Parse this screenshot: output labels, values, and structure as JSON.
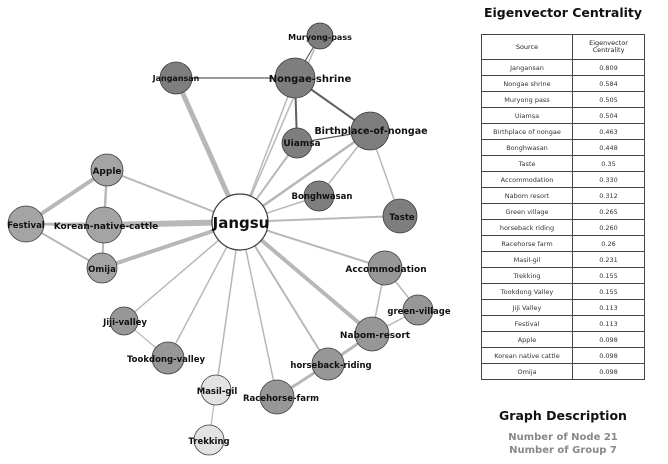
{
  "graph": {
    "center": "Jangsu",
    "nodes": [
      {
        "label": "Jangsu",
        "shade": "#ffffff",
        "label_size": 15
      },
      {
        "label": "Nongae-shrine",
        "shade": "#7e7e7e",
        "label_size": 10
      },
      {
        "label": "Muryong-pass",
        "shade": "#7e7e7e",
        "label_size": 8
      },
      {
        "label": "Jangansan",
        "shade": "#7e7e7e",
        "label_size": 8
      },
      {
        "label": "Birthplace-of-nongae",
        "shade": "#7e7e7e",
        "label_size": 9.5
      },
      {
        "label": "Uiamsa",
        "shade": "#7e7e7e",
        "label_size": 9
      },
      {
        "label": "Bonghwasan",
        "shade": "#7e7e7e",
        "label_size": 8.5
      },
      {
        "label": "Taste",
        "shade": "#7e7e7e",
        "label_size": 8.5
      },
      {
        "label": "Apple",
        "shade": "#a4a4a4",
        "label_size": 9
      },
      {
        "label": "Festival",
        "shade": "#a4a4a4",
        "label_size": 8.5
      },
      {
        "label": "Korean-native-cattle",
        "shade": "#a4a4a4",
        "label_size": 9
      },
      {
        "label": "Omija",
        "shade": "#a4a4a4",
        "label_size": 8.5
      },
      {
        "label": "Accommodation",
        "shade": "#979797",
        "label_size": 9
      },
      {
        "label": "green-village",
        "shade": "#979797",
        "label_size": 8.5
      },
      {
        "label": "Nabom-resort",
        "shade": "#979797",
        "label_size": 9
      },
      {
        "label": "horseback-riding",
        "shade": "#979797",
        "label_size": 8.5
      },
      {
        "label": "Racehorse-farm",
        "shade": "#979797",
        "label_size": 8.5
      },
      {
        "label": "Jiji-valley",
        "shade": "#979797",
        "label_size": 8.5
      },
      {
        "label": "Tookdong-valley",
        "shade": "#979797",
        "label_size": 8.5
      },
      {
        "label": "Masil-gil",
        "shade": "#e2e2e2",
        "label_size": 8.5
      },
      {
        "label": "Trekking",
        "shade": "#e2e2e2",
        "label_size": 8.5
      }
    ],
    "edges": [
      {
        "source": "Jangsu",
        "target": "Jangansan",
        "weight": 5
      },
      {
        "source": "Jangsu",
        "target": "Nongae-shrine",
        "weight": 1.5
      },
      {
        "source": "Jangsu",
        "target": "Muryong-pass",
        "weight": 1.5
      },
      {
        "source": "Jangsu",
        "target": "Uiamsa",
        "weight": 2
      },
      {
        "source": "Jangsu",
        "target": "Birthplace-of-nongae",
        "weight": 2.5
      },
      {
        "source": "Jangsu",
        "target": "Bonghwasan",
        "weight": 1.5
      },
      {
        "source": "Jangsu",
        "target": "Taste",
        "weight": 2
      },
      {
        "source": "Jangsu",
        "target": "Apple",
        "weight": 2
      },
      {
        "source": "Jangsu",
        "target": "Korean-native-cattle",
        "weight": 6
      },
      {
        "source": "Jangsu",
        "target": "Festival",
        "weight": 2
      },
      {
        "source": "Jangsu",
        "target": "Omija",
        "weight": 4
      },
      {
        "source": "Jangsu",
        "target": "Accommodation",
        "weight": 2
      },
      {
        "source": "Jangsu",
        "target": "Nabom-resort",
        "weight": 4
      },
      {
        "source": "Jangsu",
        "target": "Jiji-valley",
        "weight": 1.5
      },
      {
        "source": "Jangsu",
        "target": "Tookdong-valley",
        "weight": 1.5
      },
      {
        "source": "Jangsu",
        "target": "horseback-riding",
        "weight": 2
      },
      {
        "source": "Jangsu",
        "target": "Racehorse-farm",
        "weight": 1.5
      },
      {
        "source": "Jangsu",
        "target": "Masil-gil",
        "weight": 1.5
      },
      {
        "source": "Jangansan",
        "target": "Nongae-shrine",
        "weight": 1.2,
        "dark": true
      },
      {
        "source": "Nongae-shrine",
        "target": "Muryong-pass",
        "weight": 1.2,
        "dark": true
      },
      {
        "source": "Nongae-shrine",
        "target": "Birthplace-of-nongae",
        "weight": 2,
        "dark": true
      },
      {
        "source": "Nongae-shrine",
        "target": "Uiamsa",
        "weight": 2,
        "dark": true
      },
      {
        "source": "Uiamsa",
        "target": "Birthplace-of-nongae",
        "weight": 1.2,
        "dark": true
      },
      {
        "source": "Birthplace-of-nongae",
        "target": "Taste",
        "weight": 1.5
      },
      {
        "source": "Birthplace-of-nongae",
        "target": "Bonghwasan",
        "weight": 1.5
      },
      {
        "source": "Apple",
        "target": "Festival",
        "weight": 4
      },
      {
        "source": "Apple",
        "target": "Korean-native-cattle",
        "weight": 2.5
      },
      {
        "source": "Festival",
        "target": "Korean-native-cattle",
        "weight": 2.5
      },
      {
        "source": "Festival",
        "target": "Omija",
        "weight": 2
      },
      {
        "source": "Korean-native-cattle",
        "target": "Omija",
        "weight": 2
      },
      {
        "source": "Accommodation",
        "target": "green-village",
        "weight": 1.5
      },
      {
        "source": "Accommodation",
        "target": "Nabom-resort",
        "weight": 1.5
      },
      {
        "source": "green-village",
        "target": "Nabom-resort",
        "weight": 1.5
      },
      {
        "source": "Nabom-resort",
        "target": "horseback-riding",
        "weight": 3
      },
      {
        "source": "horseback-riding",
        "target": "Racehorse-farm",
        "weight": 3
      },
      {
        "source": "Jiji-valley",
        "target": "Tookdong-valley",
        "weight": 1.2
      },
      {
        "source": "Masil-gil",
        "target": "Trekking",
        "weight": 1.2
      }
    ]
  },
  "panel": {
    "title": "Eigenvector Centrality",
    "table": {
      "headers": [
        "Source",
        "Eigenvector\nCentrality"
      ],
      "rows": [
        [
          "Jangansan",
          "0.809"
        ],
        [
          "Nongae shrine",
          "0.584"
        ],
        [
          "Muryong pass",
          "0.505"
        ],
        [
          "Uiamsa",
          "0.504"
        ],
        [
          "Birthplace of nongae",
          "0.463"
        ],
        [
          "Bonghwasan",
          "0.448"
        ],
        [
          "Taste",
          "0.35"
        ],
        [
          "Accommodation",
          "0.330"
        ],
        [
          "Nabom resort",
          "0.312"
        ],
        [
          "Green village",
          "0.265"
        ],
        [
          "horseback riding",
          "0.260"
        ],
        [
          "Racehorse farm",
          "0.26"
        ],
        [
          "Masil-gil",
          "0.231"
        ],
        [
          "Trekking",
          "0.155"
        ],
        [
          "Tookdong Valley",
          "0.155"
        ],
        [
          "Jiji Valley",
          "0.113"
        ],
        [
          "Festival",
          "0.113"
        ],
        [
          "Apple",
          "0.098"
        ],
        [
          "Korean native cattle",
          "0.098"
        ],
        [
          "Omija",
          "0.098"
        ]
      ]
    },
    "description": {
      "title": "Graph Description",
      "nodes_text": "Number of Node 21",
      "groups_text": "Number of Group 7"
    }
  }
}
